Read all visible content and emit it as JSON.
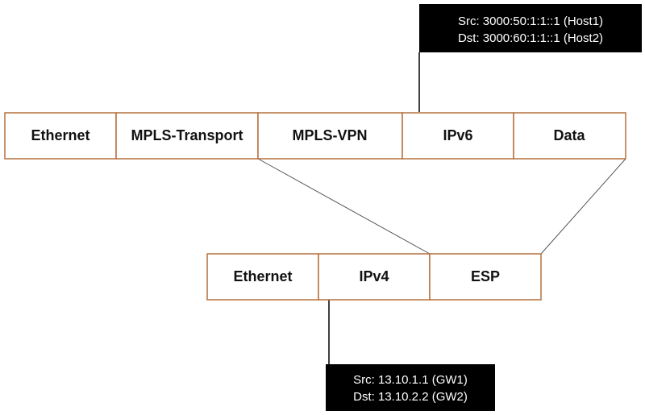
{
  "outer_packet": {
    "fields": [
      "Ethernet",
      "MPLS-Transport",
      "MPLS-VPN",
      "IPv6",
      "Data"
    ]
  },
  "inner_packet": {
    "fields": [
      "Ethernet",
      "IPv4",
      "ESP"
    ]
  },
  "ipv6_info": {
    "src": "Src: 3000:50:1:1::1 (Host1)",
    "dst": "Dst: 3000:60:1:1::1 (Host2)"
  },
  "ipv4_info": {
    "src": "Src: 13.10.1.1 (GW1)",
    "dst": "Dst: 13.10.2.2 (GW2)"
  },
  "colors": {
    "box_border": "#b5703d",
    "info_background": "#000000",
    "info_text": "#ffffff"
  }
}
